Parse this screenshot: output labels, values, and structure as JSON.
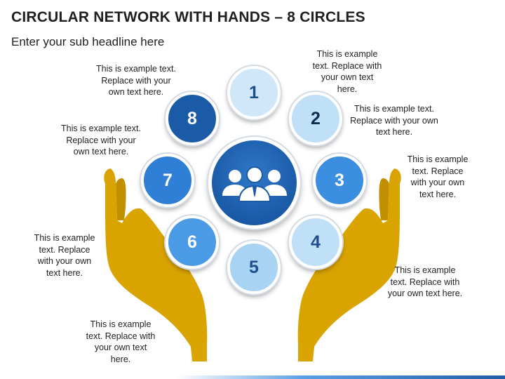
{
  "title": "CIRCULAR NETWORK WITH HANDS – 8 CIRCLES",
  "subtitle": "Enter your sub headline here",
  "hub_icon": "people-group-icon",
  "colors": {
    "hand": "#d9a300",
    "dark_blue": "#1a5aa6",
    "mid_blue": "#3b8ee0",
    "light_blue": "#bfe0f7",
    "pale_blue": "#d2e8f8"
  },
  "circles": [
    {
      "number": "1"
    },
    {
      "number": "2"
    },
    {
      "number": "3"
    },
    {
      "number": "4"
    },
    {
      "number": "5"
    },
    {
      "number": "6"
    },
    {
      "number": "7"
    },
    {
      "number": "8"
    }
  ],
  "notes": [
    {
      "lines": [
        "This is example",
        "text. Replace with",
        "your own text",
        "here."
      ]
    },
    {
      "lines": [
        "This is example text.",
        "Replace with your own",
        "text here."
      ]
    },
    {
      "lines": [
        "This is example",
        "text. Replace",
        "with your own",
        "text here."
      ]
    },
    {
      "lines": [
        "This is example",
        "text. Replace with",
        "your own text here."
      ]
    },
    {
      "lines": [
        "This is example",
        "text. Replace with",
        "your own text",
        "here."
      ]
    },
    {
      "lines": [
        "This is example",
        "text. Replace",
        "with your own",
        "text here."
      ]
    },
    {
      "lines": [
        "This is example text.",
        "Replace with your",
        "own text here."
      ]
    },
    {
      "lines": [
        "This is example text.",
        "Replace with your",
        "own text here."
      ]
    }
  ]
}
